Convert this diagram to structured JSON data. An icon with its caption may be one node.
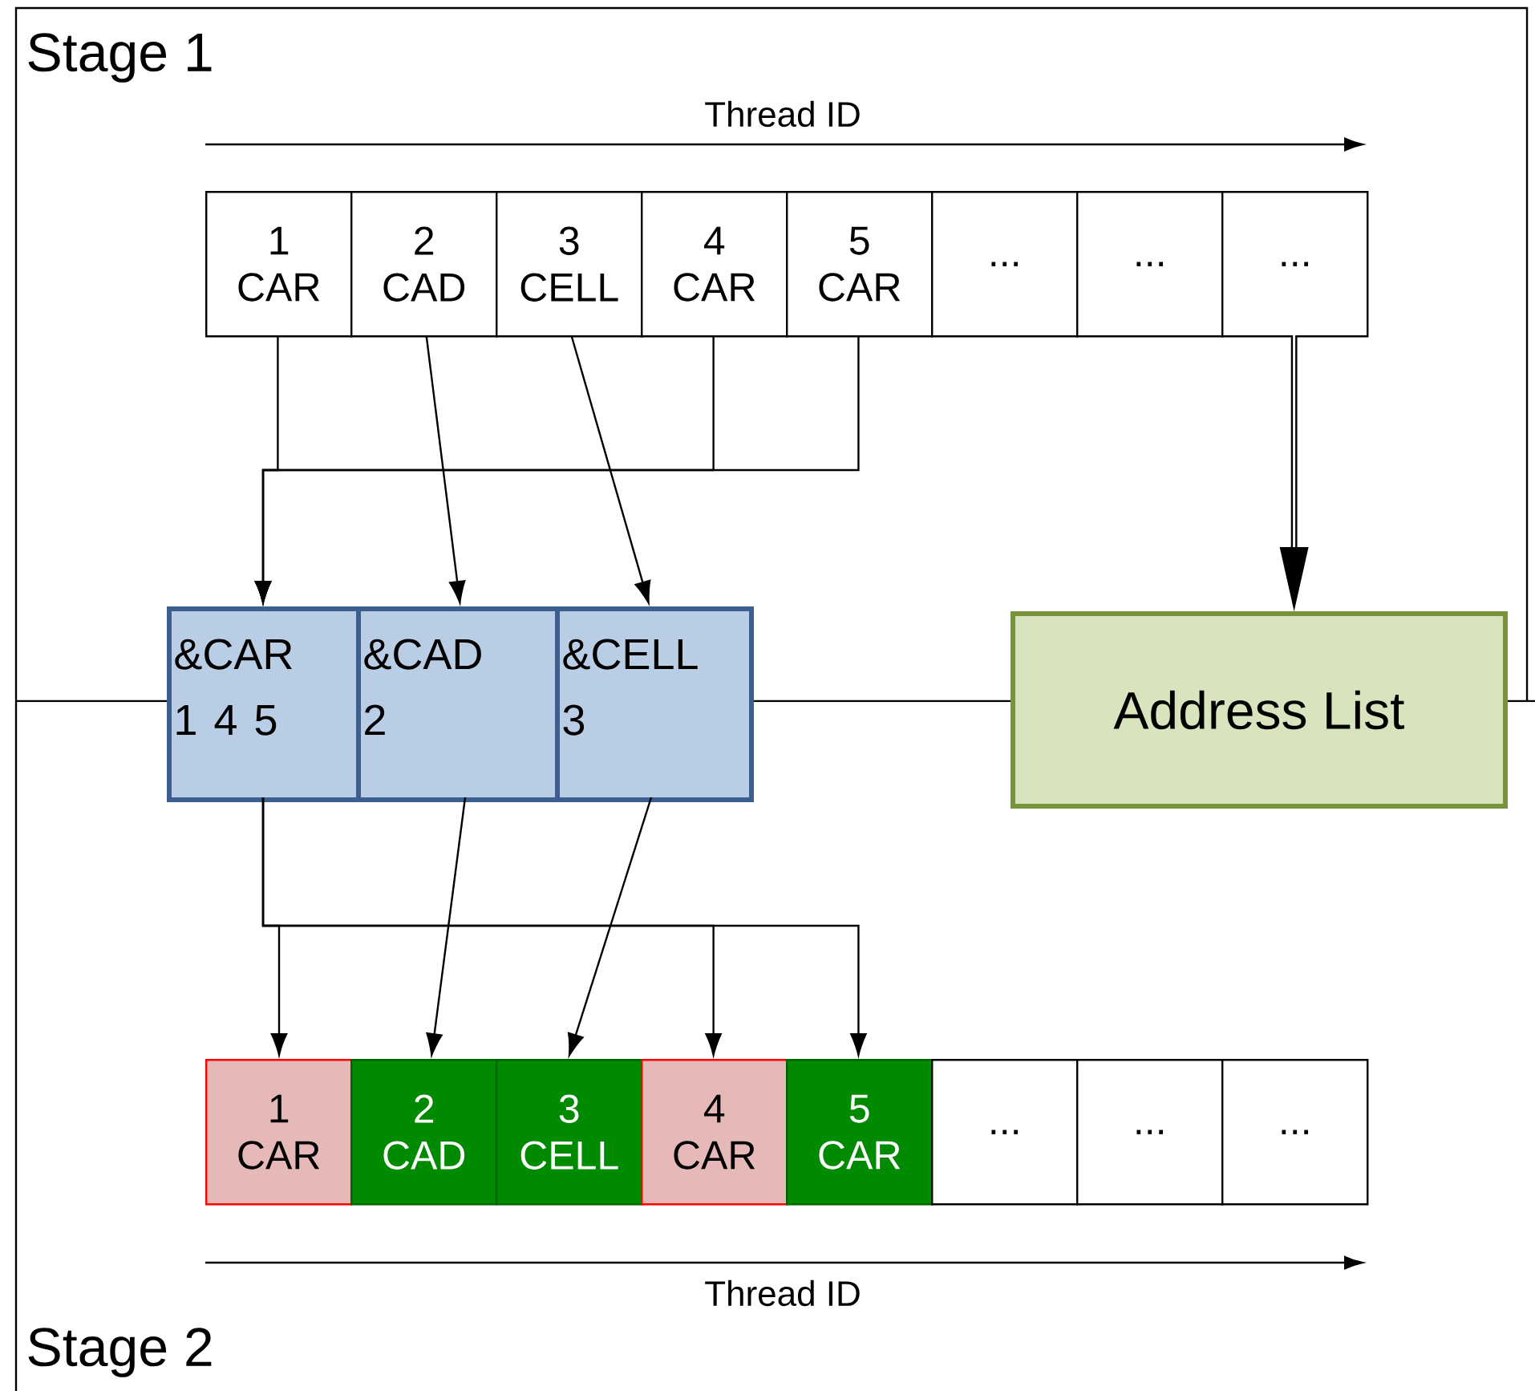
{
  "diagram": {
    "nodes": [
      {
        "text": [
          "1",
          "CAR"
        ]
      },
      {
        "text": [
          "2",
          "CAD"
        ]
      },
      {
        "text": [
          "3",
          "CELL"
        ]
      },
      {
        "text": [
          "4",
          "CAR"
        ]
      },
      {
        "text": [
          "5",
          "CAR"
        ]
      },
      {
        "text": [
          "..."
        ]
      },
      {
        "text": [
          "..."
        ]
      },
      {
        "text": [
          "..."
        ]
      },
      {
        "text": [
          "&CAR",
          "1",
          "4",
          "5"
        ]
      },
      {
        "text": [
          "&CAD",
          "2"
        ]
      },
      {
        "text": [
          "&CELL",
          "3"
        ]
      },
      {
        "text": [
          "Address List"
        ]
      },
      {
        "text": [
          "1",
          "CAR"
        ]
      },
      {
        "text": [
          "2",
          "CAD"
        ]
      },
      {
        "text": [
          "3",
          "CELL"
        ]
      },
      {
        "text": [
          "4",
          "CAR"
        ]
      },
      {
        "text": [
          "5",
          "CAR"
        ]
      },
      {
        "text": [
          "..."
        ]
      },
      {
        "text": [
          "..."
        ]
      },
      {
        "text": [
          "..."
        ]
      }
    ],
    "edges": [
      {
        "from": 0,
        "to": 8,
        "arrow": "to"
      },
      {
        "from": 3,
        "to": 8,
        "arrow": "to"
      },
      {
        "from": 4,
        "to": 8,
        "arrow": "to"
      },
      {
        "from": 1,
        "to": 9,
        "arrow": "to"
      },
      {
        "from": 2,
        "to": 10,
        "arrow": "to"
      },
      {
        "from": 7,
        "to": 11,
        "arrow": "to",
        "style": "thick"
      },
      {
        "from": 8,
        "to": 12,
        "arrow": "to"
      },
      {
        "from": 8,
        "to": 15,
        "arrow": "to"
      },
      {
        "from": 8,
        "to": 16,
        "arrow": "to"
      },
      {
        "from": 9,
        "to": 13,
        "arrow": "to"
      },
      {
        "from": 10,
        "to": 14,
        "arrow": "to"
      }
    ],
    "labels": [
      "Stage 1",
      "Thread ID",
      "Thread ID",
      "Stage 2"
    ]
  }
}
